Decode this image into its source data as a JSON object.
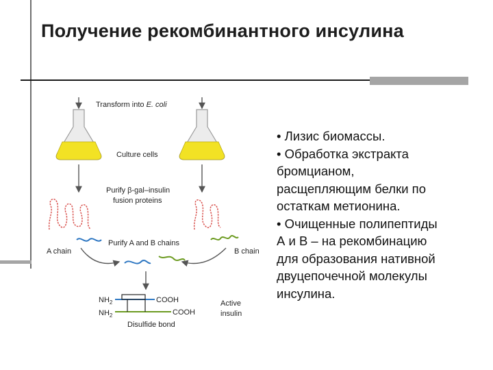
{
  "title": "Получение рекомбинантного инсулина",
  "figure": {
    "step_transform": "Transform into",
    "organism": "E. coli",
    "step_culture": "Culture cells",
    "step_purify_fusion_line1": "Purify β-gal–insulin",
    "step_purify_fusion_line2": "fusion proteins",
    "label_a_chain": "A chain",
    "label_b_chain": "B chain",
    "step_purify_chains": "Purify A and B chains",
    "nh2_top": "NH",
    "nh2_bottom": "NH",
    "subscript": "2",
    "cooh_top": "COOH",
    "cooh_bottom": "COOH",
    "label_active_line1": "Active",
    "label_active_line2": "insulin",
    "label_disulfide": "Disulfide bond",
    "colors": {
      "culture_fill": "#f2e224",
      "flask_glass": "#ececec",
      "fusion_protein": "#d9534f",
      "a_chain": "#2e77c2",
      "b_chain": "#6b9a1f",
      "arrow": "#555555"
    }
  },
  "bullets": [
    "• Лизис биомассы.",
    "• Обработка экстракта",
    "бромцианом,",
    "расщепляющим белки по",
    "остаткам метионина.",
    "• Очищенные полипептиды",
    "А и В – на рекомбинацию",
    "для образования нативной",
    "двуцепочечной молекулы",
    "инсулина."
  ]
}
